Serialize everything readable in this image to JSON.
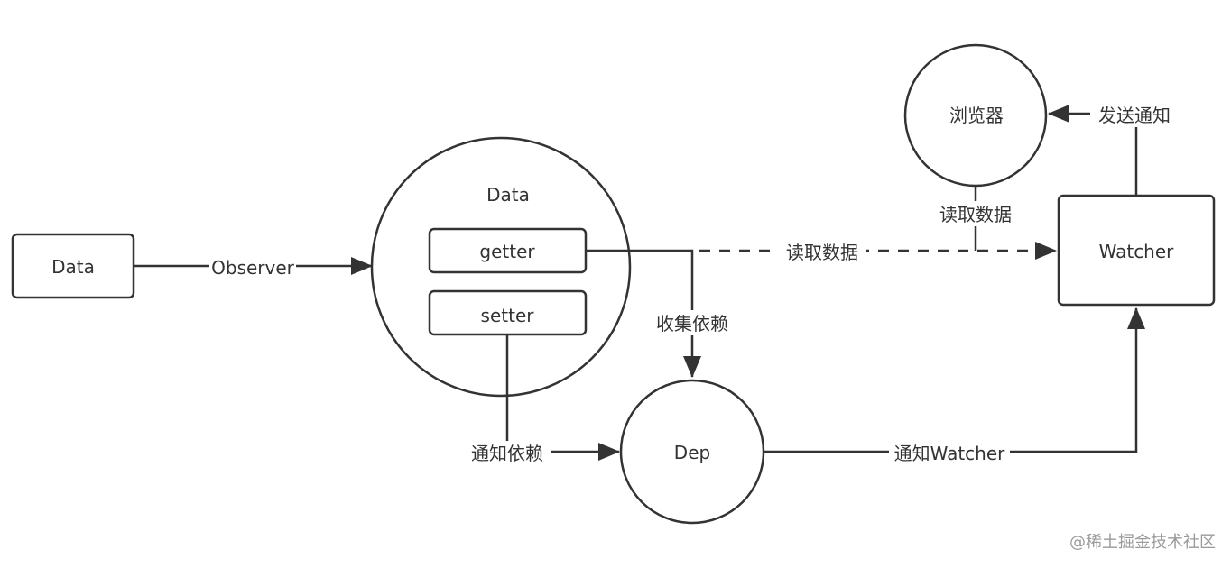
{
  "nodes": {
    "data_box": "Data",
    "data_circle": "Data",
    "getter": "getter",
    "setter": "setter",
    "dep": "Dep",
    "watcher": "Watcher",
    "browser": "浏览器"
  },
  "edges": {
    "observer": "Observer",
    "read_data_dashed": "读取数据",
    "read_data_vertical": "读取数据",
    "collect_deps": "收集依赖",
    "notify_deps": "通知依赖",
    "notify_watcher": "通知Watcher",
    "send_notify": "发送通知"
  },
  "watermark": "@稀土掘金技术社区",
  "colors": {
    "stroke": "#333333",
    "text": "#333333",
    "watermark": "#9a9a9a"
  }
}
